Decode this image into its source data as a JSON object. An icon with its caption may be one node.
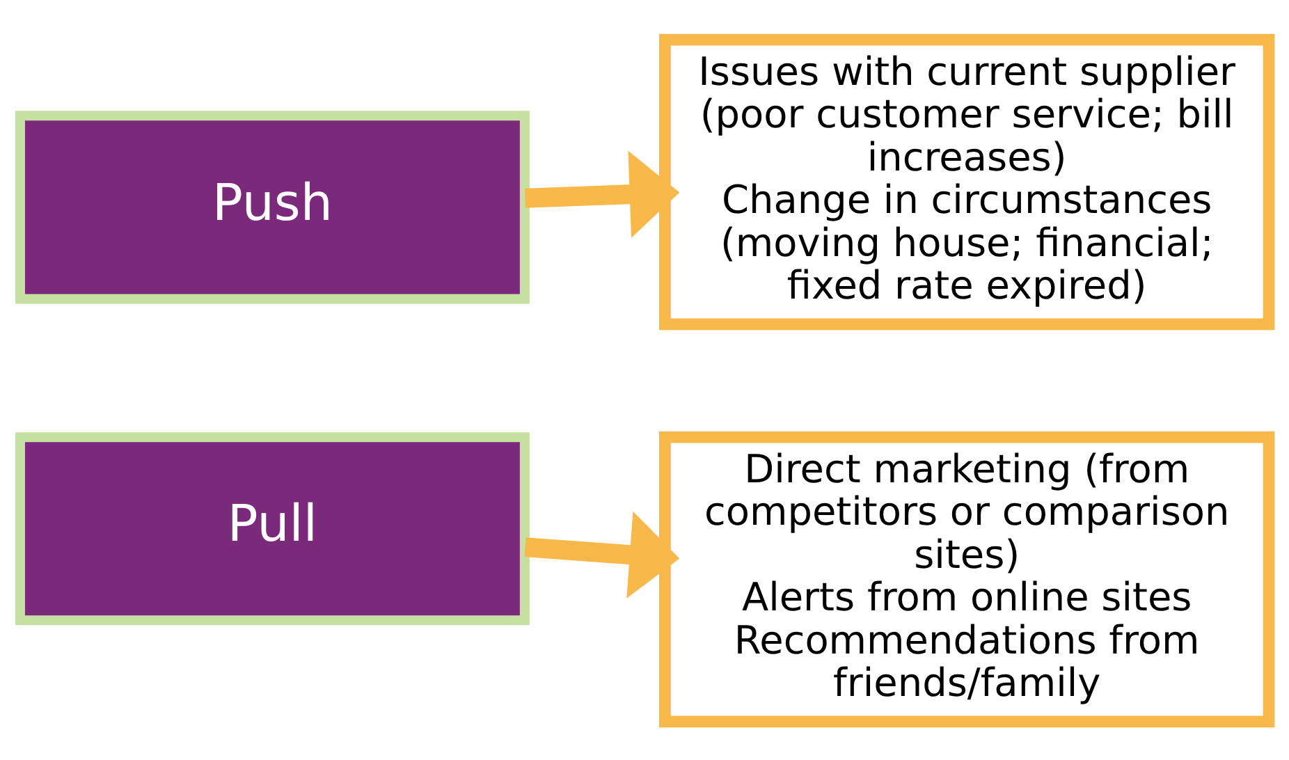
{
  "diagram": {
    "nodes": [
      {
        "text": [
          "Push"
        ]
      },
      {
        "text": [
          "Issues with current supplier (poor customer service; bill increases)",
          "Change in circumstances (moving house; financial; fixed rate expired)"
        ]
      },
      {
        "text": [
          "Pull"
        ]
      },
      {
        "text": [
          "Direct marketing (from competitors or comparison sites)",
          "Alerts from online sites",
          "Recommendations from friends/family"
        ]
      }
    ],
    "edges": [
      {
        "from": 0,
        "to": 1,
        "arrow": "to"
      },
      {
        "from": 2,
        "to": 3,
        "arrow": "to"
      }
    ]
  }
}
